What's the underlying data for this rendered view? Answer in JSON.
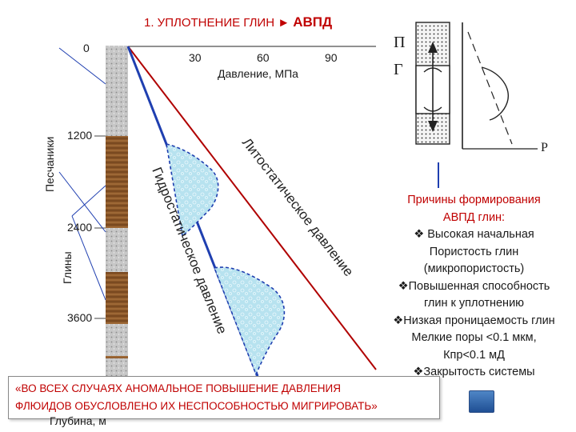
{
  "title": {
    "text": "1. УПЛОТНЕНИЕ ГЛИН",
    "arrow": "►",
    "emph": "АВПД"
  },
  "pressure_axis": {
    "ticks": [
      "30",
      "60",
      "90"
    ],
    "label": "Давление, МПа"
  },
  "depth_axis": {
    "zero": "0",
    "ticks": [
      "1200",
      "2400",
      "3600"
    ],
    "label": "Глубина, м"
  },
  "lithology": {
    "sandstone": "Песчаники",
    "clay": "Глины"
  },
  "curves": {
    "lithostatic": "Литостатическое давление",
    "hydrostatic": "Гидростатическое давление"
  },
  "schematic": {
    "label_top": "П",
    "label_bottom": "Г",
    "label_p": "P"
  },
  "reasons": {
    "title_line1": "Причины формирования",
    "title_line2": "АВПД глин:",
    "item1_line1": "Высокая начальная",
    "item1_line2": "Пористость глин",
    "item1_line3": "(микропористость)",
    "item2_line1": "Повышенная способность",
    "item2_line2": "глин к уплотнению",
    "item3": "Низкая проницаемость глин",
    "item3_detail1": "Мелкие поры <0.1 мкм,",
    "item3_detail2": "Кпр<0.1 мД",
    "item4": "Закрытость системы",
    "bullet": "❖"
  },
  "note": {
    "line1": "«ВО ВСЕХ СЛУЧАЯХ АНОМАЛЬНОЕ ПОВЫШЕНИЕ ДАВЛЕНИЯ",
    "line2": "ФЛЮИДОВ ОБУСЛОВЛЕНО ИХ НЕСПОСОБНОСТЬЮ МИГРИРОВАТЬ»"
  },
  "colors": {
    "title": "#c00000",
    "lithostatic": "#b00000",
    "hydrostatic": "#1f3fb0",
    "anomaly_fill": "#b9e3f0",
    "sand": "#c9c9c9",
    "clay": "#8b5a2b"
  }
}
